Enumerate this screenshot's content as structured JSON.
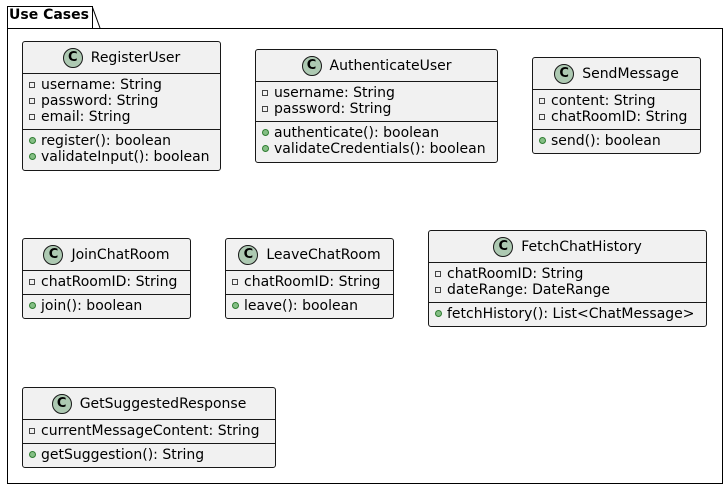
{
  "package": {
    "name": "Use Cases"
  },
  "icon_letter": "C",
  "colors": {
    "class_bg": "#f1f1f1",
    "icon_bg": "#adc9b2",
    "border": "#181818"
  },
  "classes": [
    {
      "name": "RegisterUser",
      "attributes": [
        "username: String",
        "password: String",
        "email: String"
      ],
      "operations": [
        "register(): boolean",
        "validateInput(): boolean"
      ]
    },
    {
      "name": "AuthenticateUser",
      "attributes": [
        "username: String",
        "password: String"
      ],
      "operations": [
        "authenticate(): boolean",
        "validateCredentials(): boolean"
      ]
    },
    {
      "name": "SendMessage",
      "attributes": [
        "content: String",
        "chatRoomID: String"
      ],
      "operations": [
        "send(): boolean"
      ]
    },
    {
      "name": "JoinChatRoom",
      "attributes": [
        "chatRoomID: String"
      ],
      "operations": [
        "join(): boolean"
      ]
    },
    {
      "name": "LeaveChatRoom",
      "attributes": [
        "chatRoomID: String"
      ],
      "operations": [
        "leave(): boolean"
      ]
    },
    {
      "name": "FetchChatHistory",
      "attributes": [
        "chatRoomID: String",
        "dateRange: DateRange"
      ],
      "operations": [
        "fetchHistory(): List<ChatMessage>"
      ]
    },
    {
      "name": "GetSuggestedResponse",
      "attributes": [
        "currentMessageContent: String"
      ],
      "operations": [
        "getSuggestion(): String"
      ]
    }
  ]
}
